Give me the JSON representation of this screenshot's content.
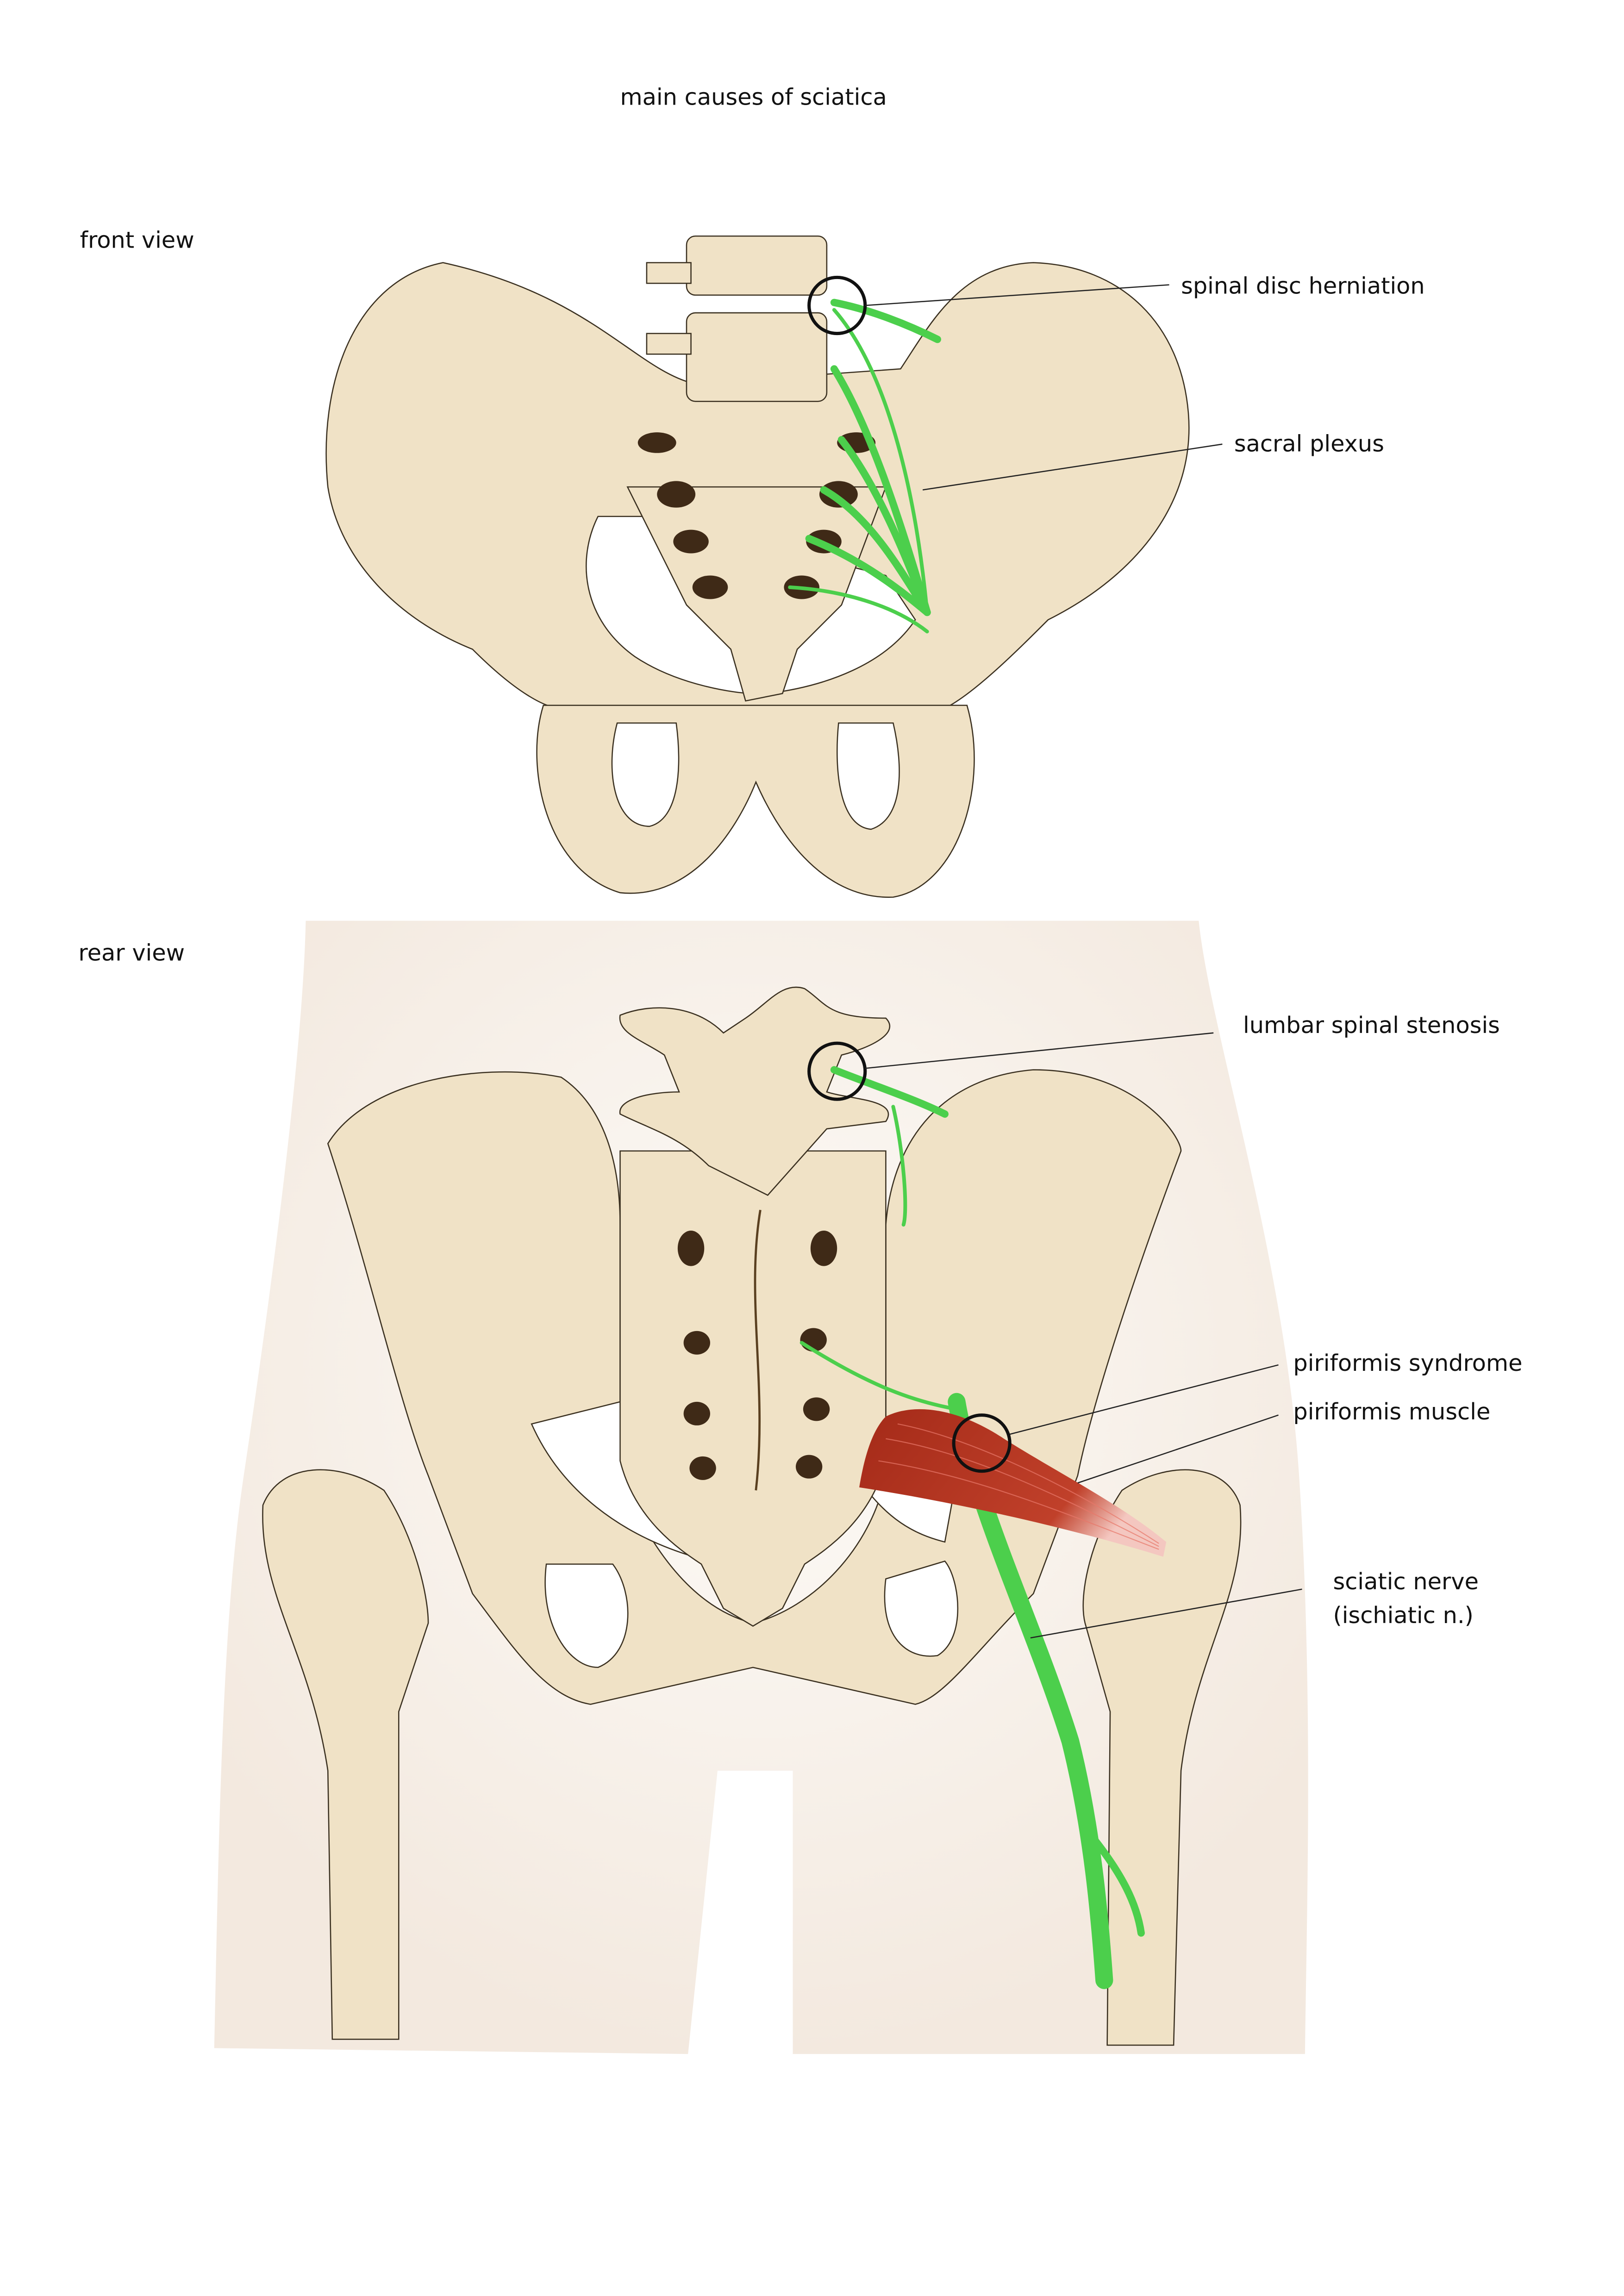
{
  "title": "main causes of sciatica",
  "views": {
    "front": "front view",
    "rear": "rear view"
  },
  "labels": {
    "spinal_disc_herniation": "spinal disc herniation",
    "sacral_plexus": "sacral plexus",
    "lumbar_spinal_stenosis": "lumbar spinal stenosis",
    "piriformis_syndrome": "piriformis syndrome",
    "piriformis_muscle": "piriformis muscle",
    "sciatic_nerve": "sciatic nerve",
    "sciatic_nerve_alt": "(ischiatic n.)"
  },
  "colors": {
    "bone": "#f0e2c6",
    "nerve": "#4ccf4c",
    "muscle": "#b5321f",
    "skin": "#f5ede4"
  }
}
